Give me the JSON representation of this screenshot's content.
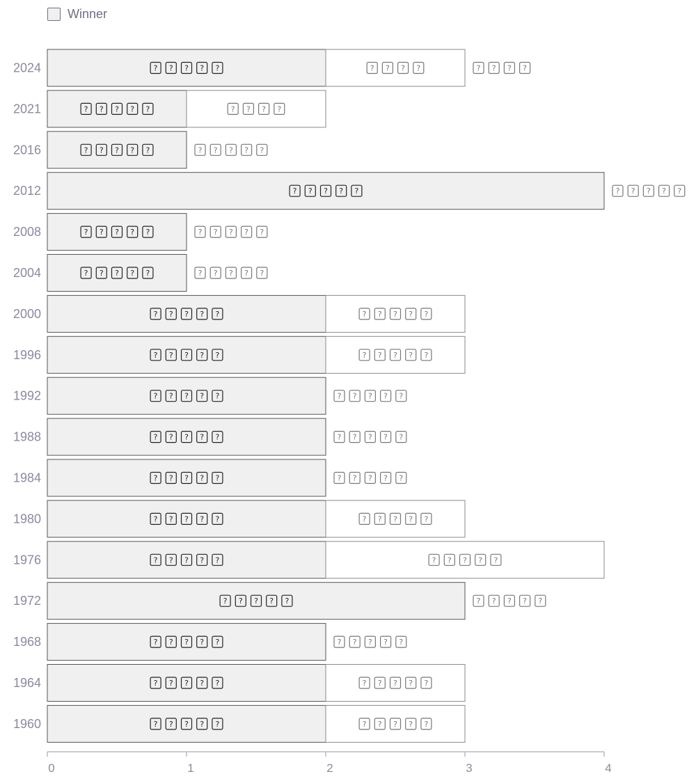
{
  "legend": {
    "label": "Winner",
    "swatch_color": "#f0f0f0",
    "border_color": "#6e6e82"
  },
  "colors": {
    "winner_fill": "#f0f0f0",
    "winner_stroke": "#555555",
    "other_fill": "#ffffff",
    "other_stroke": "#8a8a8a",
    "axis": "#b8b8c8",
    "label_text": "#8a8aa0",
    "glyph_dark": "#222222",
    "glyph_light": "#777777"
  },
  "chart_data": {
    "type": "bar",
    "orientation": "horizontal",
    "stacked": true,
    "categories": [
      "2024",
      "2021",
      "2016",
      "2012",
      "2008",
      "2004",
      "2000",
      "1996",
      "1992",
      "1988",
      "1984",
      "1980",
      "1976",
      "1972",
      "1968",
      "1964",
      "1960"
    ],
    "series": [
      {
        "name": "Winner",
        "values": [
          2,
          1,
          1,
          4,
          1,
          1,
          2,
          2,
          2,
          2,
          2,
          2,
          2,
          3,
          2,
          2,
          2
        ]
      },
      {
        "values": [
          1,
          1,
          0,
          0,
          0,
          0,
          1,
          1,
          0,
          0,
          0,
          1,
          2,
          0,
          0,
          1,
          1
        ]
      }
    ],
    "labels": {
      "note": "rendered as missing-glyph boxes",
      "winner_glyph_counts": [
        5,
        5,
        5,
        5,
        5,
        5,
        5,
        5,
        5,
        5,
        5,
        5,
        5,
        5,
        5,
        5,
        5
      ],
      "other_glyph_counts": [
        4,
        4,
        5,
        5,
        5,
        5,
        5,
        5,
        5,
        5,
        5,
        5,
        5,
        5,
        5,
        5,
        5
      ],
      "outside_glyph_counts": [
        4,
        0,
        0,
        0,
        0,
        0,
        0,
        0,
        0,
        0,
        0,
        0,
        0,
        0,
        0,
        0,
        0
      ]
    },
    "x_ticks": [
      0,
      1,
      2,
      3,
      4
    ],
    "xlim": [
      0,
      4
    ],
    "xlabel": "",
    "ylabel": "",
    "title": "",
    "grid": false,
    "legend_position": "top-left"
  }
}
